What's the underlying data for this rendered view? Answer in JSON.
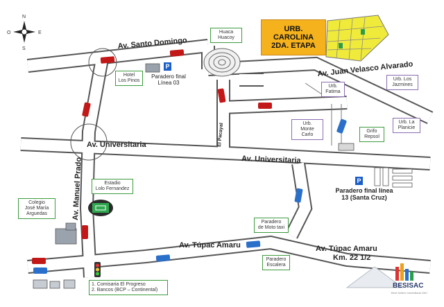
{
  "compass": {
    "north": "N",
    "south": "S",
    "east": "E",
    "west": "O"
  },
  "roads": {
    "santo_domingo": "Av. Santo Domingo",
    "juan_velasco": "Av. Juan Velasco Alvarado",
    "universitaria_left": "Av. Universitaria",
    "universitaria_right": "Av. Universitaria",
    "manuel_prado": "Av. Manuel Prado",
    "el_pacayal": "El Pacayal",
    "tupac_amaru_left": "Av. Túpac Amaru",
    "tupac_amaru_right": "Av. Túpac Amaru",
    "tupac_amaru_km": "Km. 22 1/2"
  },
  "highlight": {
    "line1": "URB.",
    "line2": "CAROLINA",
    "line3": "2DA. ETAPA"
  },
  "callouts": {
    "huaca": [
      "Huaca",
      "Huacoy"
    ],
    "hotel": [
      "Hotel",
      "Los Pinos"
    ],
    "paradero_03": [
      "Paradero final",
      "Línea 03"
    ],
    "urb_fatima": [
      "Urb.",
      "Fatima"
    ],
    "urb_los_jazmines": [
      "Urb. Los",
      "Jazmines"
    ],
    "urb_monte_carlo": [
      "Urb.",
      "Monte Carlo"
    ],
    "grifo_repsol": [
      "Grifo",
      "Repsol"
    ],
    "urb_la_planicie": [
      "Urb. La",
      "Planicie"
    ],
    "estadio": [
      "Estadio",
      "Lolo Fernandez"
    ],
    "colegio": [
      "Colegio",
      "José María",
      "Arguedas"
    ],
    "paradero_13": [
      "Paradero final línea",
      "13  (Santa Cruz)"
    ],
    "moto_taxi": [
      "Paradero",
      "de Moto taxi"
    ],
    "paradero_escalera": [
      "Paradero",
      "Escalera"
    ],
    "landmarks": [
      "1. Comisaria El Progreso",
      "2. Bancos (BCP – Continental)"
    ]
  },
  "parking_symbol": "P",
  "brand": {
    "name": "BESISAC",
    "tagline": "Best Sellers Inmobiliaria SAC"
  },
  "colors": {
    "road_fill": "#ffffff",
    "road_edge": "#555555",
    "car_red": "#c21818",
    "car_blue": "#2a6fc9",
    "urb_yellow": "#f0ea3a",
    "urb_box": "#f5b21d",
    "parking_blue": "#1c5ec8"
  }
}
